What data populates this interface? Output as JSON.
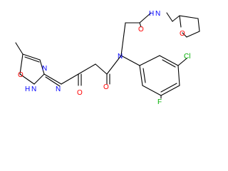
{
  "molecule": {
    "atom_labels": {
      "isoxazole_N": "N",
      "isoxazole_O": "O",
      "isoxazole_NH": "H",
      "amide1_N": "N",
      "amide1_O": "O",
      "amide2_O": "O",
      "central_N": "N",
      "amide3_O": "O",
      "amide3_NH": "N",
      "amide3_H": "H",
      "thf_O": "O",
      "chlorine": "Cl",
      "fluorine": "F"
    },
    "colors": {
      "bond": "#000000",
      "oxygen": "#ff0000",
      "nitrogen": "#0000ff",
      "chlorine": "#00b000",
      "fluorine": "#00b000"
    }
  }
}
